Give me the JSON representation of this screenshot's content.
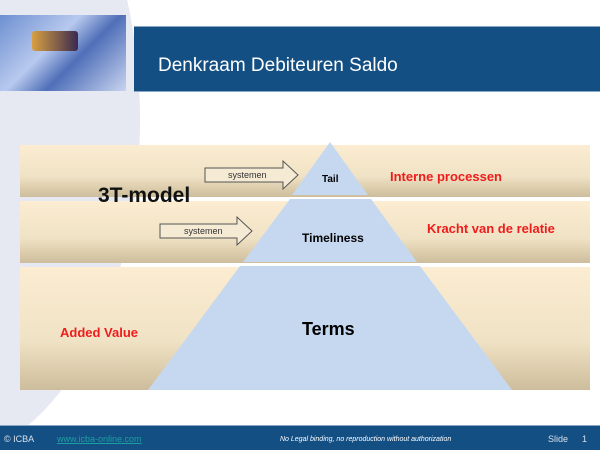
{
  "slide": {
    "title": "Denkraam Debiteuren Saldo"
  },
  "diagram": {
    "model_label": "3T-model",
    "arrows": [
      "systemen",
      "systemen"
    ],
    "levels": [
      {
        "name": "Tail",
        "side_label": "Interne processen"
      },
      {
        "name": "Timeliness",
        "side_label": "Kracht van de relatie"
      },
      {
        "name": "Terms",
        "side_label": "Added Value"
      }
    ]
  },
  "footer": {
    "copyright": "© ICBA",
    "link": "www.icba-online.com",
    "disclaimer": "No Legal binding,  no reproduction without authorization",
    "slide_label": "Slide",
    "slide_number": "1"
  },
  "colors": {
    "banner": "#144f84",
    "pyramid": "#c6d8f0",
    "accent": "#ee1c1c"
  }
}
